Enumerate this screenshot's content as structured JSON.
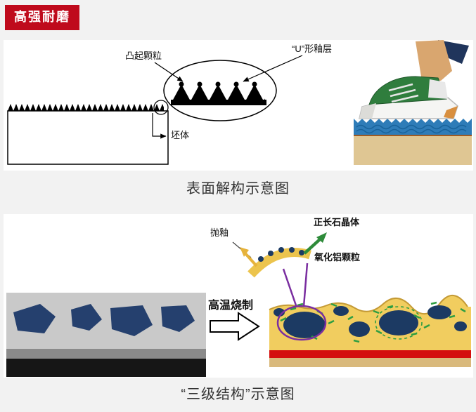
{
  "badge": {
    "label": "高强耐磨"
  },
  "figure_surface": {
    "caption": "表面解构示意图",
    "labels": {
      "raised_particle": "凸起颗粒",
      "u_glaze_layer": "“U”形釉层",
      "green_body": "坯体"
    }
  },
  "figure_structure": {
    "caption": "“三级结构”示意图",
    "labels": {
      "polished_glaze": "抛釉",
      "orthoclase_crystal": "正长石晶体",
      "alumina_particle": "氧化铝颗粒",
      "high_temp_firing": "高温烧制"
    }
  },
  "colors": {
    "badge_bg": "#bf0a1c",
    "navy_particle": "#25406e",
    "glaze_yellow": "#f1cd5f",
    "crystal_green": "#2f9e42",
    "alumina_purple": "#7a2ea0",
    "red_layer": "#d40f0f",
    "tan_layer": "#d9b97c",
    "gray_body": "#c9c9c9",
    "black_layer": "#161616",
    "ground_blue": "#2e7cb8",
    "shoe_green": "#2f7d3d",
    "skin_tan": "#d9a66f"
  }
}
